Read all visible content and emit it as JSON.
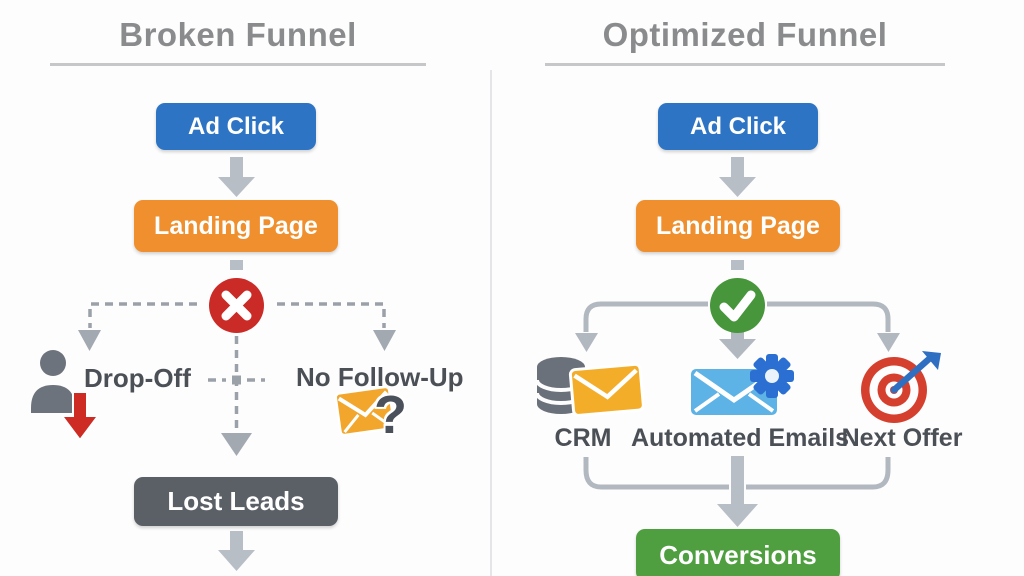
{
  "diagram": {
    "left": {
      "title": "Broken Funnel",
      "ad_click": "Ad Click",
      "landing_page": "Landing Page",
      "drop_off": "Drop-Off",
      "no_follow_up": "No Follow-Up",
      "qmark": "?",
      "lost_leads": "Lost Leads"
    },
    "right": {
      "title": "Optimized Funnel",
      "ad_click": "Ad Click",
      "landing_page": "Landing Page",
      "crm": "CRM",
      "automated_emails": "Automated Emails",
      "next_offer": "Next Offer",
      "conversions": "Conversions"
    }
  },
  "colors": {
    "blue_node": "#2d74c4",
    "orange_node": "#ef8f2d",
    "slate_node": "#5b5f66",
    "green_node": "#4f9f40",
    "error_red": "#cb2b27",
    "success_green": "#47963c",
    "arrow_gray": "#b8bec6",
    "dashed_gray": "#9ba1a9",
    "title_gray": "#8a8b8d",
    "label_gray": "#4b4f56",
    "envelope_yellow": "#f4ad29",
    "envelope_blue": "#5db2e6",
    "gear_blue": "#2c6fd2",
    "target_red": "#d5402e",
    "dart_blue": "#2e6fc1"
  }
}
